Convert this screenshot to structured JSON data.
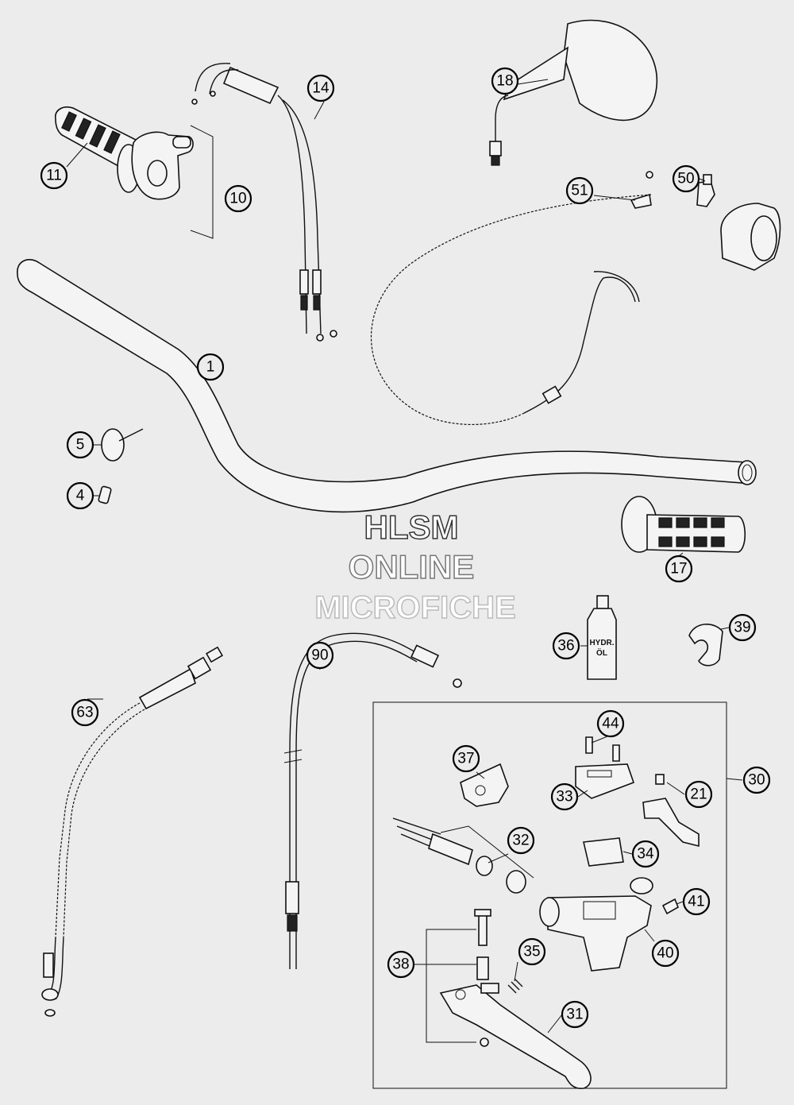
{
  "callouts": [
    {
      "label": "1"
    },
    {
      "label": "4"
    },
    {
      "label": "5"
    },
    {
      "label": "10"
    },
    {
      "label": "11"
    },
    {
      "label": "14"
    },
    {
      "label": "17"
    },
    {
      "label": "18"
    },
    {
      "label": "21"
    },
    {
      "label": "30"
    },
    {
      "label": "31"
    },
    {
      "label": "32"
    },
    {
      "label": "33"
    },
    {
      "label": "34"
    },
    {
      "label": "35"
    },
    {
      "label": "36"
    },
    {
      "label": "37"
    },
    {
      "label": "38"
    },
    {
      "label": "39"
    },
    {
      "label": "40"
    },
    {
      "label": "41"
    },
    {
      "label": "44"
    },
    {
      "label": "50"
    },
    {
      "label": "51"
    },
    {
      "label": "63"
    },
    {
      "label": "90"
    }
  ],
  "watermark": {
    "line1": "HLSM",
    "line2": "ONLINE",
    "line3": "MICROFICHE",
    "color1": "#333333",
    "color2": "#777777",
    "color3": "#bbbbbb"
  },
  "bottle_label": {
    "line1": "HYDR.",
    "line2": "ÖL"
  },
  "colors": {
    "background": "#ececec",
    "ink": "#111111"
  }
}
